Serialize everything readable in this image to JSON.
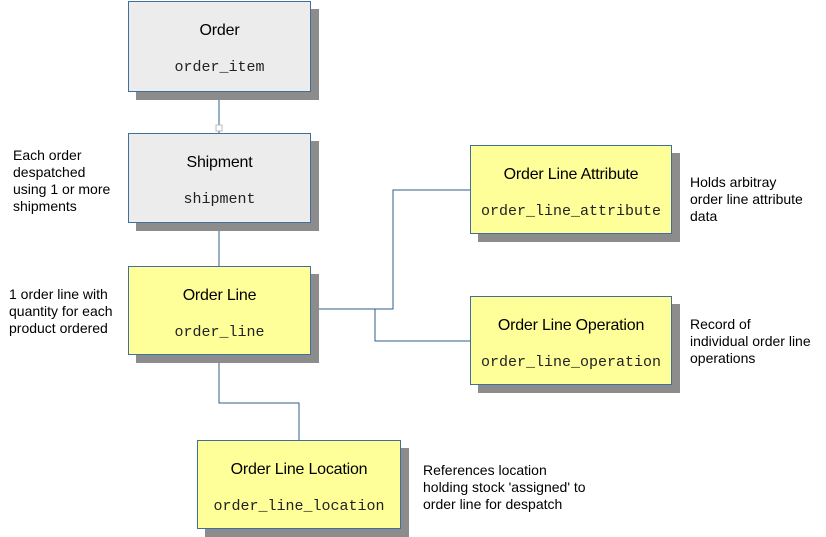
{
  "entities": {
    "order": {
      "title": "Order",
      "table": "order_item"
    },
    "shipment": {
      "title": "Shipment",
      "table": "shipment"
    },
    "order_line": {
      "title": "Order Line",
      "table": "order_line"
    },
    "order_line_attribute": {
      "title": "Order Line Attribute",
      "table": "order_line_attribute"
    },
    "order_line_operation": {
      "title": "Order Line Operation",
      "table": "order_line_operation"
    },
    "order_line_location": {
      "title": "Order Line Location",
      "table": "order_line_location"
    }
  },
  "notes": {
    "shipment": [
      "Each order",
      "despatched",
      "using 1 or more",
      "shipments"
    ],
    "order_line": [
      "1 order line with",
      "quantity for each",
      "product ordered"
    ],
    "attribute": [
      "Holds arbitray",
      "order line attribute",
      "data"
    ],
    "operation": [
      "Record of",
      "individual order line",
      "operations"
    ],
    "location": [
      "References location",
      "holding stock 'assigned' to",
      "order line for despatch"
    ]
  },
  "colors": {
    "grey_box": "#ececec",
    "yellow_box": "#ffff99",
    "border": "#3f6f9a",
    "shadow": "#8c8c8c",
    "connector": "#2f5f8a"
  }
}
